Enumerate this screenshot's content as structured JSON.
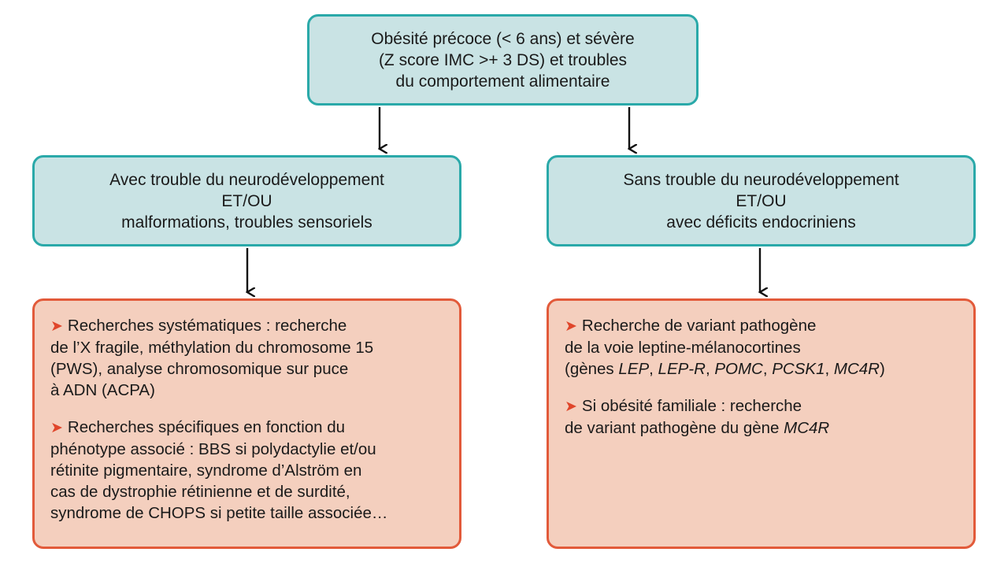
{
  "top_box": {
    "lines": [
      "Obésité précoce (< 6 ans) et sévère",
      "(Z score IMC >+ 3 DS) et troubles",
      "du comportement alimentaire"
    ]
  },
  "left_box": {
    "lines": [
      "Avec trouble du neurodéveloppement",
      "ET/OU",
      "malformations, troubles sensoriels"
    ]
  },
  "right_box": {
    "lines": [
      "Sans trouble du neurodéveloppement",
      "ET/OU",
      "avec déficits endocriniens"
    ]
  },
  "bullet_symbol": "➤",
  "left_detail": {
    "para1": [
      "Recherches systématiques : recherche",
      "de l’X fragile, méthylation du chromosome 15",
      "(PWS), analyse chromosomique sur puce",
      "à ADN (ACPA)"
    ],
    "para2": [
      "Recherches spécifiques en fonction du",
      "phénotype associé : BBS si polydactylie et/ou",
      "rétinite pigmentaire, syndrome d’Alström en",
      "cas de dystrophie rétinienne et de surdité,",
      "syndrome de CHOPS si petite taille associée…"
    ]
  },
  "right_detail": {
    "para1_line1": "Recherche de variant pathogène",
    "para1_line2": "de la voie leptine-mélanocortines",
    "para1_line3": {
      "open": "(gènes ",
      "genes": [
        "LEP",
        "LEP-R",
        "POMC",
        "PCSK1",
        "MC4R"
      ],
      "separator": ", ",
      "close": ")"
    },
    "para2_line1": "Si obésité familiale : recherche",
    "para2_line2_prefix": "de variant pathogène du gène ",
    "para2_line2_gene": "MC4R"
  },
  "colors": {
    "teal_fill": "#c9e3e4",
    "teal_border": "#2aa9a9",
    "salmon_fill": "#f4cfbe",
    "salmon_border": "#e25a3a",
    "bullet": "#e0462b",
    "arrow": "#111111"
  }
}
